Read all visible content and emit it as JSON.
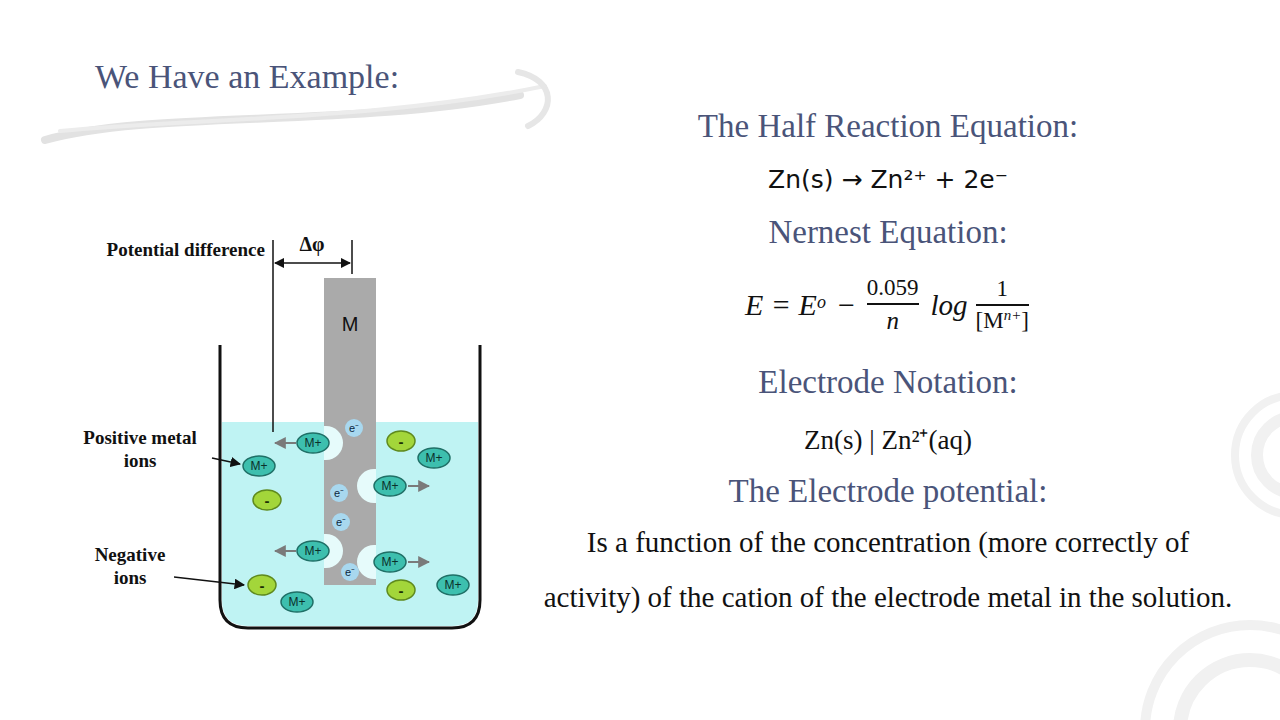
{
  "diagram": {
    "title": "We Have an Example:",
    "nodes": [
      {
        "text": [
          "M"
        ]
      },
      {
        "text": [
          "e⁻"
        ],
        "in": 0
      },
      {
        "text": [
          "e⁻"
        ],
        "in": 0
      },
      {
        "text": [
          "e⁻"
        ],
        "in": 0
      },
      {
        "text": [
          "e⁻"
        ],
        "in": 0
      },
      {
        "text": [
          "M+"
        ]
      },
      {
        "text": [
          "-"
        ]
      },
      {
        "text": [
          "M+"
        ]
      },
      {
        "text": [
          "M+"
        ]
      },
      {
        "text": [
          "M+"
        ]
      },
      {
        "text": [
          "-"
        ]
      },
      {
        "text": [
          "M+"
        ]
      },
      {
        "text": [
          "M+"
        ]
      },
      {
        "text": [
          "-"
        ]
      },
      {
        "text": [
          "M+"
        ]
      },
      {
        "text": [
          "-"
        ]
      },
      {
        "text": [
          "M+"
        ]
      }
    ],
    "labels": [
      "Potential difference",
      "Δφ",
      "Positive metal ions",
      "Negative ions",
      "The Half Reaction Equation:",
      "Zn(s) → Zn²⁺ + 2e⁻",
      "Nernest Equation:",
      "E = E",
      "o",
      "−",
      "0.059",
      "n",
      "log",
      "1",
      "[M",
      "n+",
      "]",
      "Electrode Notation:",
      "Zn(s) | Zn²⁺(aq)",
      "The Electrode potential:",
      "Is a function of the concentration (more correctly of activity) of the cation of the electrode metal in the solution."
    ]
  }
}
